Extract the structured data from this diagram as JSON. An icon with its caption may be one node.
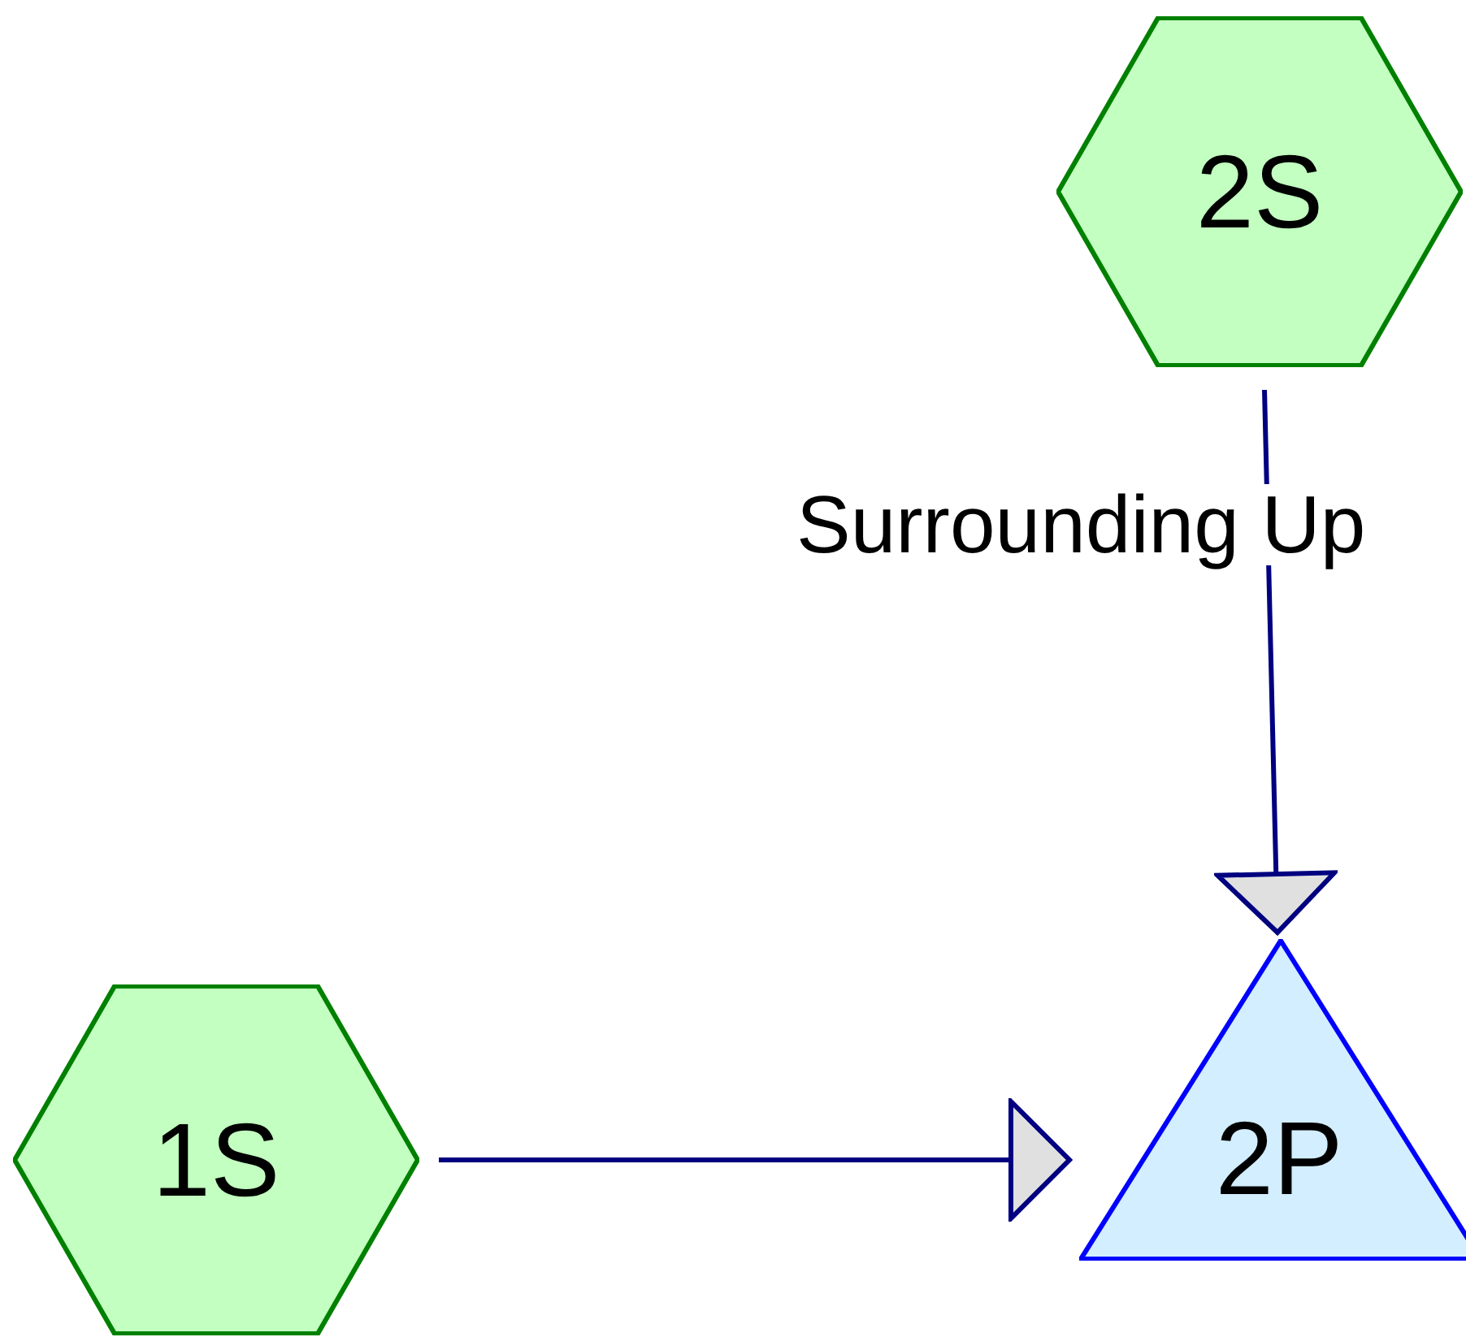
{
  "diagram": {
    "nodes": [
      {
        "text": [
          "2S"
        ]
      },
      {
        "text": [
          "1S"
        ]
      },
      {
        "text": [
          "2P"
        ]
      }
    ],
    "edges": [
      {
        "from": 0,
        "to": 2,
        "arrow": "to",
        "label": "Surrounding Up"
      },
      {
        "from": 1,
        "to": 2,
        "arrow": "to"
      }
    ]
  }
}
